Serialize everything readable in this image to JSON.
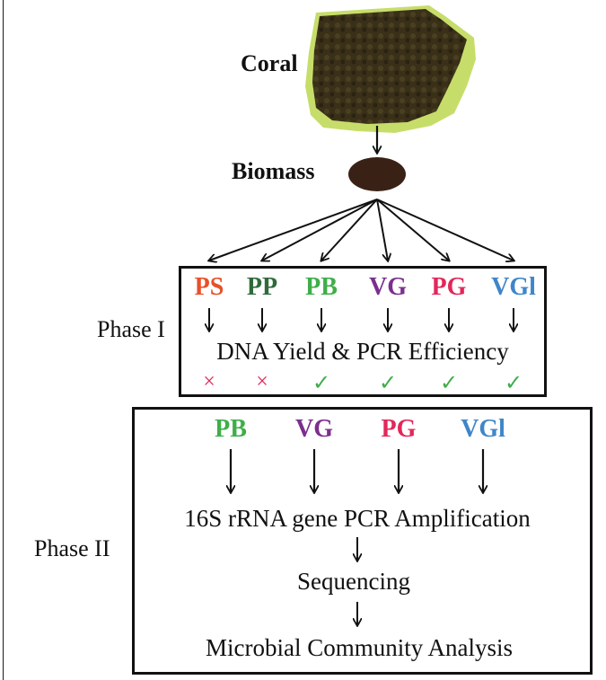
{
  "coral_label": "Coral",
  "biomass_label": "Biomass",
  "phase1": {
    "label": "Phase I",
    "methods": [
      {
        "code": "PS",
        "color": "#e8502a"
      },
      {
        "code": "PP",
        "color": "#2f6b3a"
      },
      {
        "code": "PB",
        "color": "#3fae49"
      },
      {
        "code": "VG",
        "color": "#7b2f8e"
      },
      {
        "code": "PG",
        "color": "#e2275a"
      },
      {
        "code": "VGl",
        "color": "#3f86c8"
      }
    ],
    "step": "DNA Yield & PCR Efficiency",
    "results": [
      {
        "symbol": "×",
        "color": "#e2275a"
      },
      {
        "symbol": "×",
        "color": "#e2275a"
      },
      {
        "symbol": "✓",
        "color": "#3fae49"
      },
      {
        "symbol": "✓",
        "color": "#3fae49"
      },
      {
        "symbol": "✓",
        "color": "#3fae49"
      },
      {
        "symbol": "✓",
        "color": "#3fae49"
      }
    ]
  },
  "phase2": {
    "label": "Phase II",
    "methods": [
      {
        "code": "PB",
        "color": "#3fae49"
      },
      {
        "code": "VG",
        "color": "#7b2f8e"
      },
      {
        "code": "PG",
        "color": "#e2275a"
      },
      {
        "code": "VGl",
        "color": "#3f86c8"
      }
    ],
    "steps": [
      "16S rRNA gene PCR Amplification",
      "Sequencing",
      "Microbial Community Analysis"
    ]
  }
}
